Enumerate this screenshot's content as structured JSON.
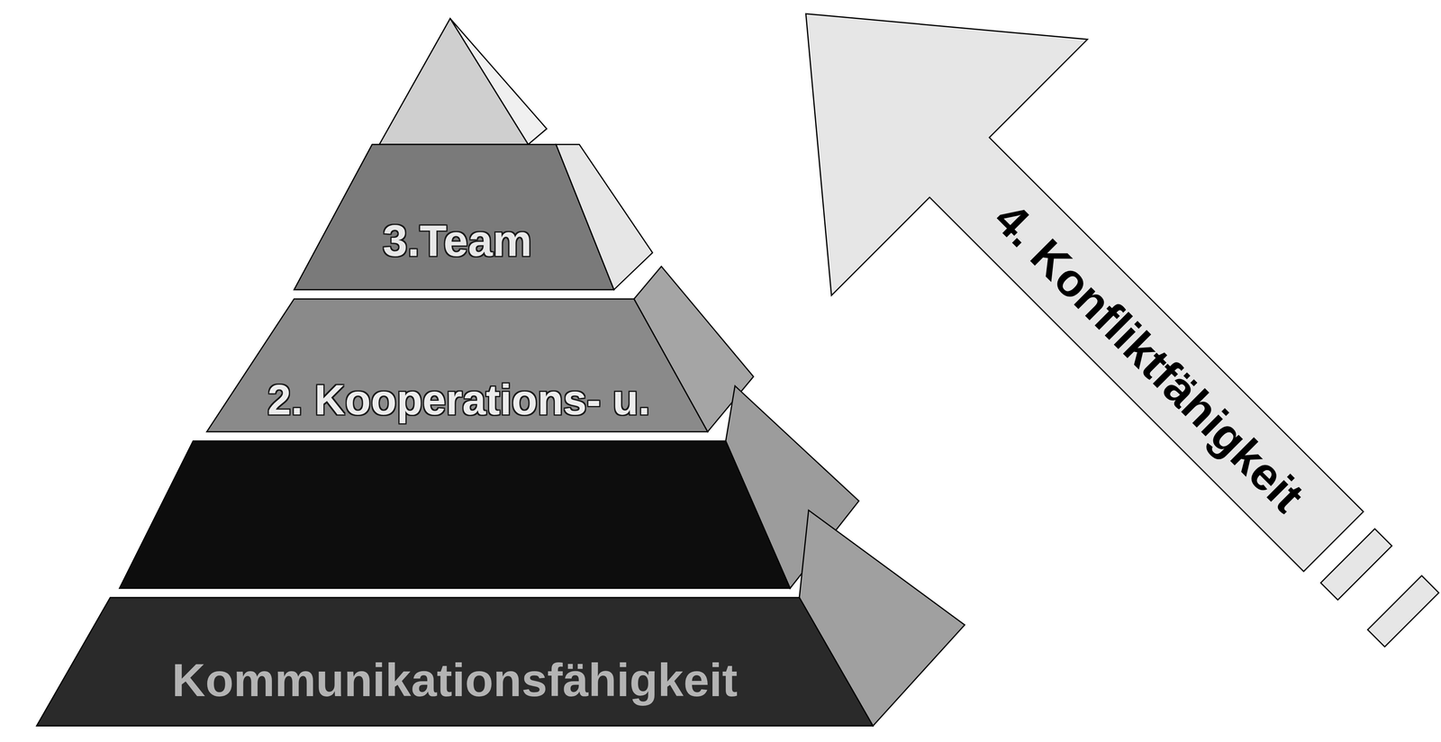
{
  "diagram": {
    "nodes": [
      {
        "text": [
          "3.Team"
        ]
      },
      {
        "text": [
          "2. Kooperations- u."
        ]
      },
      {
        "text": [
          "Kommunikationsfähigkeit"
        ]
      },
      {
        "text": [
          "4. Konfliktfähigkeit"
        ]
      }
    ]
  }
}
